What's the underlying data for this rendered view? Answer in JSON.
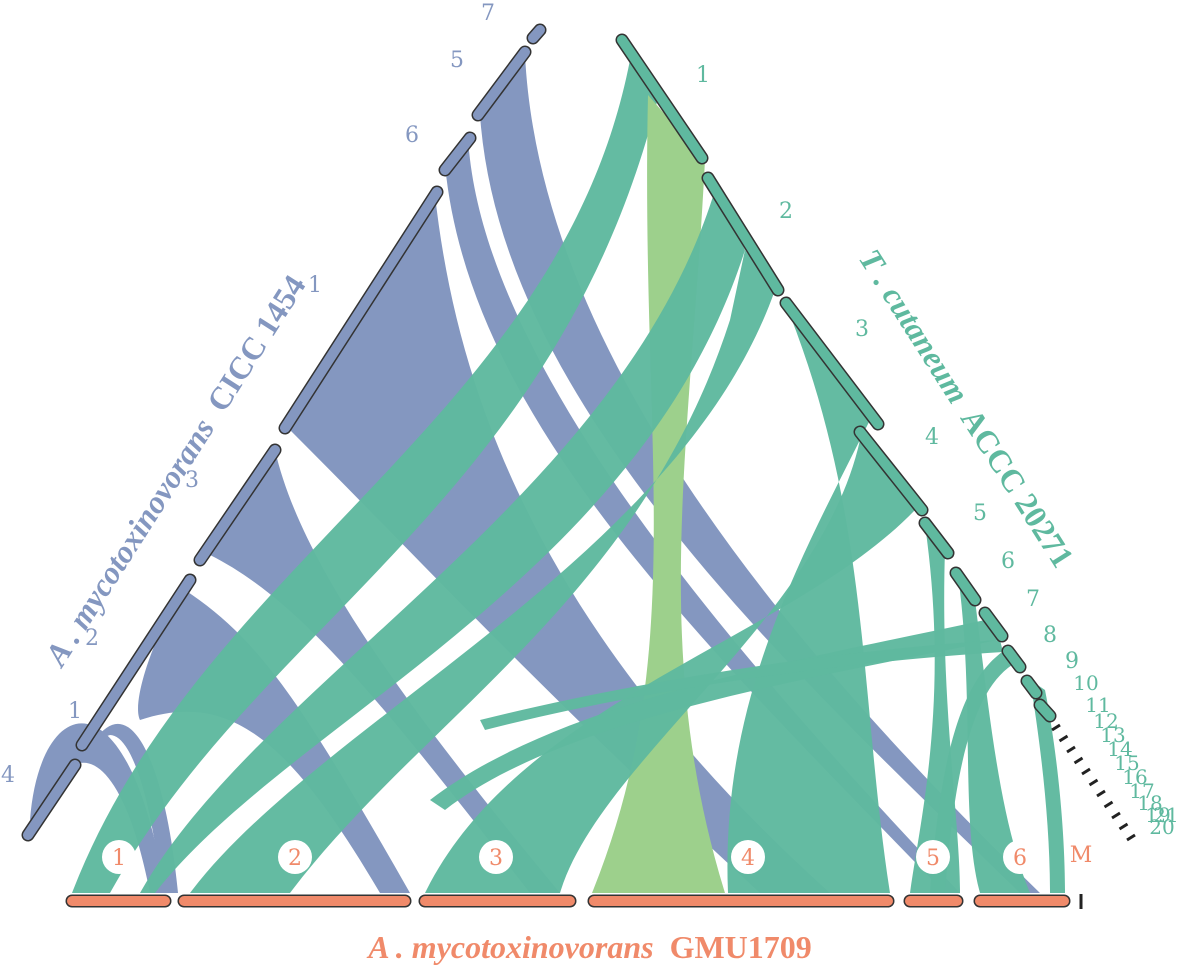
{
  "colors": {
    "left_genome": "#8497c0",
    "right_genome": "#5fb99f",
    "bottom_genome": "#f08a6a",
    "highlight_link": "#9dd08c",
    "outline": "#333333"
  },
  "left": {
    "title_italic": "A . mycotoxinovorans",
    "title_strain": "CICC 1454",
    "chromosomes": [
      "4",
      "1",
      "2",
      "3",
      "1",
      "6",
      "5",
      "7"
    ]
  },
  "right": {
    "title_italic": "T . cutaneum",
    "title_strain": "ACCC 20271",
    "chromosomes": [
      "1",
      "2",
      "3",
      "4",
      "5",
      "6",
      "7",
      "8",
      "9",
      "10",
      "11",
      "12",
      "13",
      "14",
      "15",
      "16",
      "17",
      "18",
      "19",
      "20",
      "21"
    ]
  },
  "bottom": {
    "title_italic": "A . mycotoxinovorans",
    "title_strain": "GMU1709",
    "chromosomes": [
      "1",
      "2",
      "3",
      "4",
      "5",
      "6"
    ],
    "extra_label": "M"
  }
}
